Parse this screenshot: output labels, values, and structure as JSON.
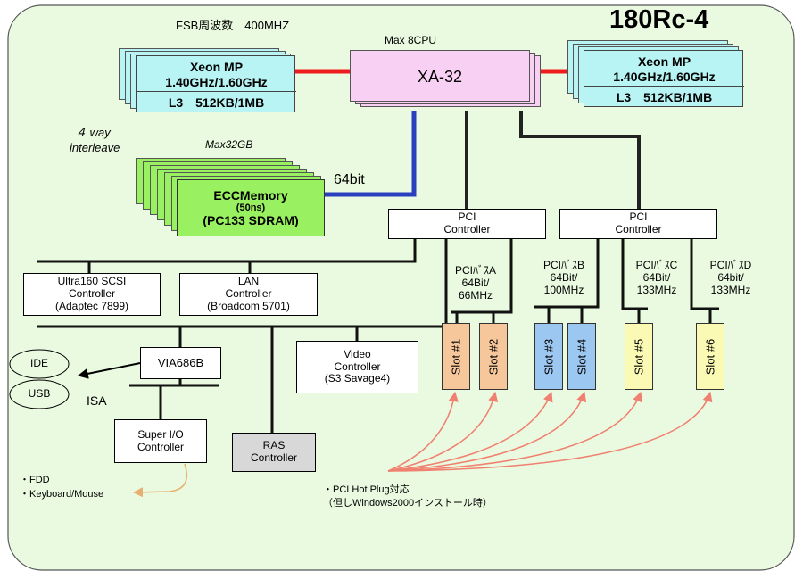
{
  "title": "180Rc-4",
  "fsb": "FSB周波数　400MHZ",
  "max_cpu": "Max 8CPU",
  "chipset": "XA-32",
  "cpu_left": {
    "name": "Xeon MP",
    "freq": "1.40GHz/1.60GHz",
    "cache": "L3　512KB/1MB"
  },
  "cpu_right": {
    "name": "Xeon MP",
    "freq": "1.40GHz/1.60GHz",
    "cache": "L3　512KB/1MB"
  },
  "interleave": [
    "４ way",
    "interleave"
  ],
  "max_mem": "Max32GB",
  "memory": {
    "name": "ECCMemory",
    "speed": "(50ns)",
    "type": "(PC133 SDRAM)"
  },
  "mem_bus": "64bit",
  "pci_controller_1": [
    "PCI",
    "Controller"
  ],
  "pci_controller_2": [
    "PCI",
    "Controller"
  ],
  "scsi": [
    "Ultra160 SCSI",
    "Controller",
    "(Adaptec 7899)"
  ],
  "lan": [
    "LAN",
    "Controller",
    "(Broadcom 5701)"
  ],
  "buses": [
    {
      "name": "PCIﾊﾞｽA",
      "width": "64Bit/",
      "speed": "66MHz"
    },
    {
      "name": "PCIﾊﾞｽB",
      "width": "64Bit/",
      "speed": "100MHz"
    },
    {
      "name": "PCIﾊﾞｽC",
      "width": "64Bit/",
      "speed": "133MHz"
    },
    {
      "name": "PCIﾊﾞｽD",
      "width": "64bit/",
      "speed": "133MHz"
    }
  ],
  "slots": [
    {
      "label": "Slot #1",
      "color": "#f7c79c"
    },
    {
      "label": "Slot #2",
      "color": "#f7c79c"
    },
    {
      "label": "Slot #3",
      "color": "#9cc7f0"
    },
    {
      "label": "Slot #4",
      "color": "#9cc7f0"
    },
    {
      "label": "Slot #5",
      "color": "#fafab4"
    },
    {
      "label": "Slot #6",
      "color": "#fafab4"
    }
  ],
  "via": "VIA686B",
  "ide": "IDE",
  "usb": "USB",
  "isa": "ISA",
  "video": [
    "Video",
    "Controller",
    "(S3 Savage4)"
  ],
  "superio": [
    "Super I/O",
    "Controller"
  ],
  "ras": [
    "RAS",
    "Controller"
  ],
  "fdd": "・FDD",
  "keyboard": "・Keyboard/Mouse",
  "hotplug": [
    "・PCI Hot Plug対応",
    "（但しWindows2000インストール時）"
  ],
  "colors": {
    "background": "#eafae0",
    "fsb_link": "#ee1c1c",
    "memory_bus": "#2a3fbf",
    "memory": "#99f060",
    "cpu": "#b8f4f4",
    "chipset": "#f8d0f4",
    "hotplug_arrow": "#f08070",
    "keyboard_arrow": "#e8b070"
  }
}
